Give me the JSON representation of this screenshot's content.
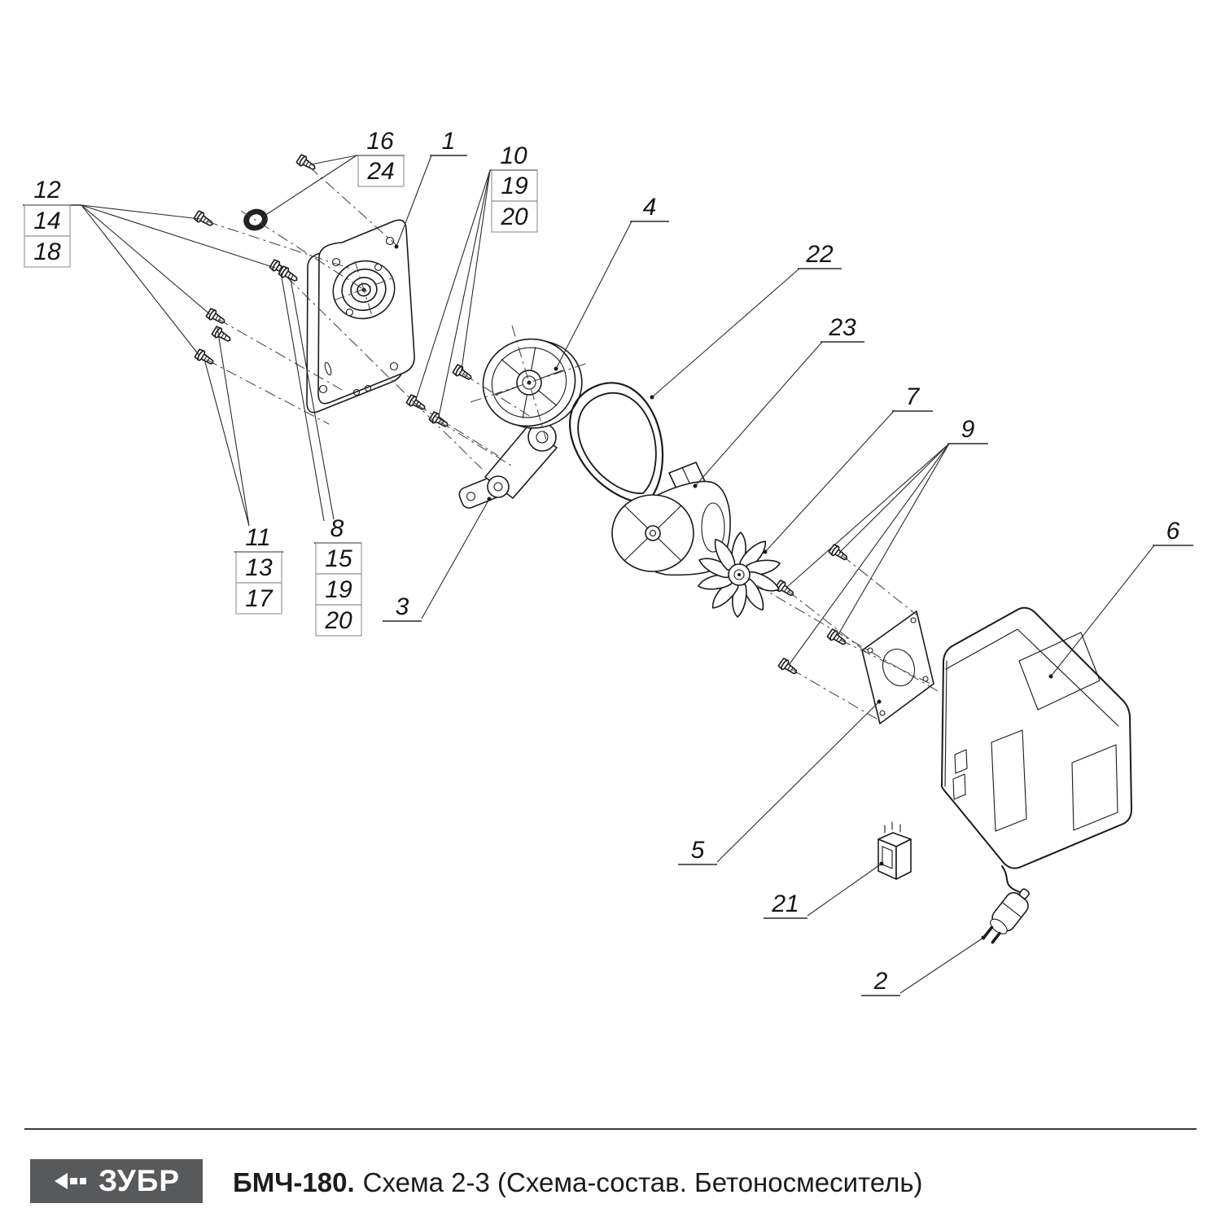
{
  "document": {
    "type": "exploded-parts-diagram"
  },
  "footer": {
    "brand": "ЗУБР",
    "model": "БМЧ-180.",
    "scheme": "Схема 2-3 (Схема-состав. Бетоносмеситель)",
    "brand_bg": "#58595b",
    "line_color": "#1a1a1a"
  },
  "labels": {
    "g16": [
      "16",
      "24"
    ],
    "g1": [
      "1"
    ],
    "g10": [
      "10",
      "19",
      "20"
    ],
    "g12": [
      "12",
      "14",
      "18"
    ],
    "g4": [
      "4"
    ],
    "g22": [
      "22"
    ],
    "g23": [
      "23"
    ],
    "g7": [
      "7"
    ],
    "g9": [
      "9"
    ],
    "g6": [
      "6"
    ],
    "g11": [
      "11",
      "13",
      "17"
    ],
    "g8": [
      "8",
      "15",
      "19",
      "20"
    ],
    "g3": [
      "3"
    ],
    "g5": [
      "5"
    ],
    "g21": [
      "21"
    ],
    "g2": [
      "2"
    ]
  }
}
